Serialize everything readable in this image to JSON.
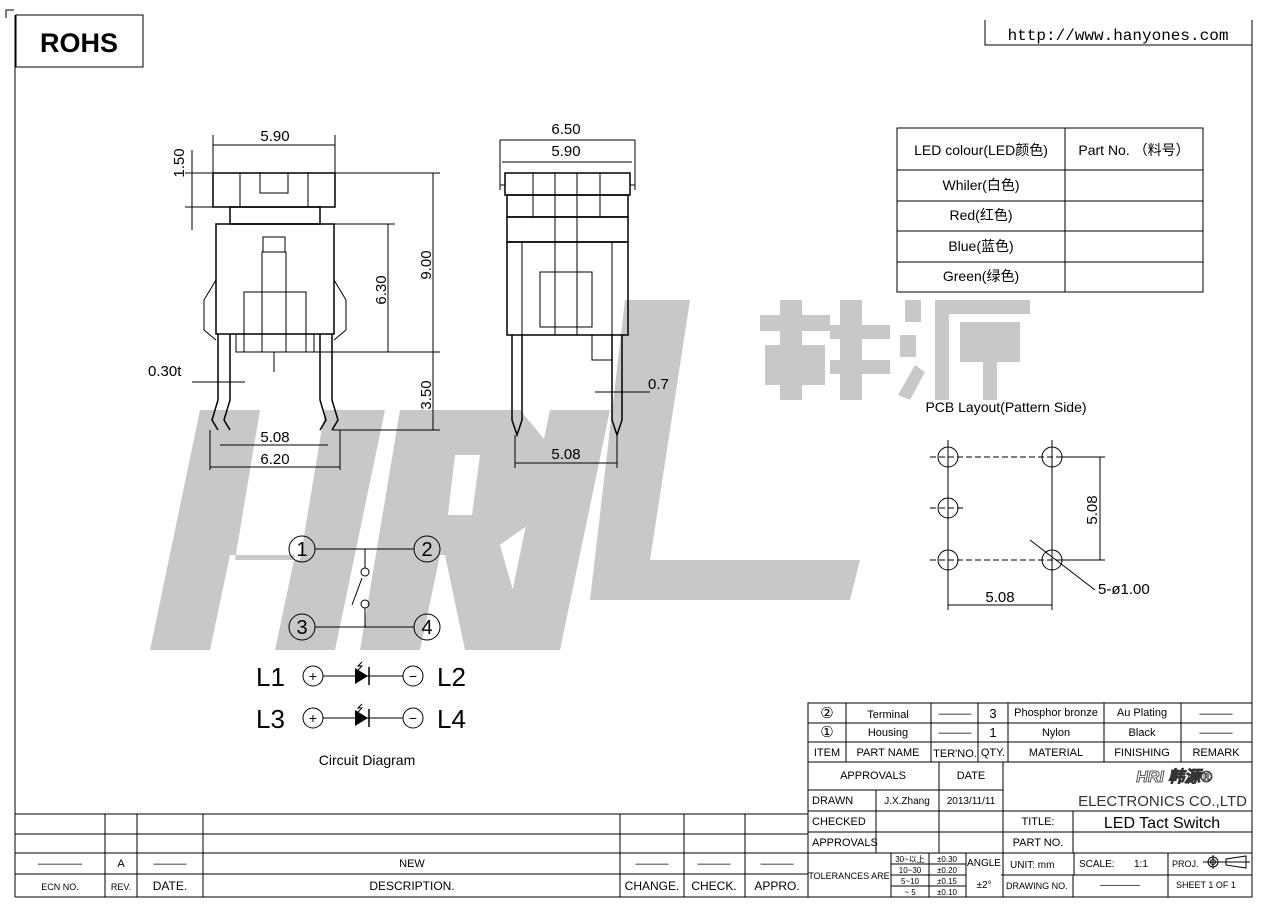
{
  "header": {
    "rohs": "ROHS",
    "url": "http://www.hanyones.com"
  },
  "watermark": {
    "logo_text": "HRI 韩源"
  },
  "front_view": {
    "dims": {
      "top_height": "1.50",
      "top_width": "5.90",
      "body_height": "6.30",
      "total_height": "9.00",
      "pin_length": "3.50",
      "pin_thickness": "0.30t",
      "pin_pitch": "5.08",
      "pin_span": "6.20"
    }
  },
  "side_view": {
    "dims": {
      "outer_width": "6.50",
      "cap_width": "5.90",
      "pin_width": "0.7",
      "pin_pitch": "5.08"
    }
  },
  "pcb_layout": {
    "title": "PCB Layout(Pattern Side)",
    "v_pitch": "5.08",
    "h_pitch": "5.08",
    "holes": "5-ø1.00"
  },
  "circuit": {
    "title": "Circuit Diagram",
    "terminals": [
      "1",
      "2",
      "3",
      "4"
    ],
    "leds": [
      {
        "left": "L1",
        "right": "L2"
      },
      {
        "left": "L3",
        "right": "L4"
      }
    ],
    "plus": "+",
    "minus": "−"
  },
  "led_table": {
    "headers": [
      "LED  colour(LED颜色)",
      "Part No. （料号）"
    ],
    "rows": [
      {
        "colour": "Whiler(白色)",
        "part_no": ""
      },
      {
        "colour": "Red(红色)",
        "part_no": ""
      },
      {
        "colour": "Blue(蓝色)",
        "part_no": ""
      },
      {
        "colour": "Green(绿色)",
        "part_no": ""
      }
    ]
  },
  "bom": {
    "rows": [
      {
        "item": "②",
        "part_name": "Terminal",
        "ter_no": "———",
        "qty": "3",
        "material": "Phosphor bronze",
        "finishing": "Au Plating",
        "remark": "———"
      },
      {
        "item": "①",
        "part_name": "Housing",
        "ter_no": "———",
        "qty": "1",
        "material": "Nylon",
        "finishing": "Black",
        "remark": "———"
      }
    ],
    "headers": {
      "item": "ITEM",
      "part_name": "PART NAME",
      "ter_no": "TER'NO.",
      "qty": "QTY.",
      "material": "MATERIAL",
      "finishing": "FINISHING",
      "remark": "REMARK"
    }
  },
  "title_block": {
    "approvals_label": "APPROVALS",
    "date_label": "DATE",
    "drawn_label": "DRAWN",
    "drawn_by": "J.X.Zhang",
    "drawn_date": "2013/11/11",
    "checked_label": "CHECKED",
    "approvals2_label": "APPROVALS",
    "company_logo": "HRI 韩源®",
    "company": "ELECTRONICS  CO.,LTD",
    "title_label": "TITLE:",
    "title": "LED Tact Switch",
    "part_no_label": "PART NO.",
    "tolerances_label": "TOLERANCES ARE",
    "tolerances": [
      {
        "range": "30~以上",
        "tol": "±0.30"
      },
      {
        "range": "10~30",
        "tol": "±0.20"
      },
      {
        "range": "5~10",
        "tol": "±0.15"
      },
      {
        "range": "~ 5",
        "tol": "±0.10"
      }
    ],
    "angle_label": "ANGLE",
    "angle": "±2°",
    "unit": "UNIT:  mm",
    "scale_label": "SCALE:",
    "scale": "1:1",
    "proj": "PROJ.",
    "drawing_no_label": "DRAWING NO.",
    "drawing_no": "————",
    "sheet": "SHEET   1  OF  1"
  },
  "revision": {
    "row": {
      "ecn": "————",
      "rev": "A",
      "date": "———",
      "description": "NEW",
      "change": "———",
      "check": "———",
      "appro": "———"
    },
    "headers": {
      "ecn": "ECN  NO.",
      "rev": "REV.",
      "date": "DATE.",
      "description": "DESCRIPTION.",
      "change": "CHANGE.",
      "check": "CHECK.",
      "appro": "APPRO."
    }
  }
}
